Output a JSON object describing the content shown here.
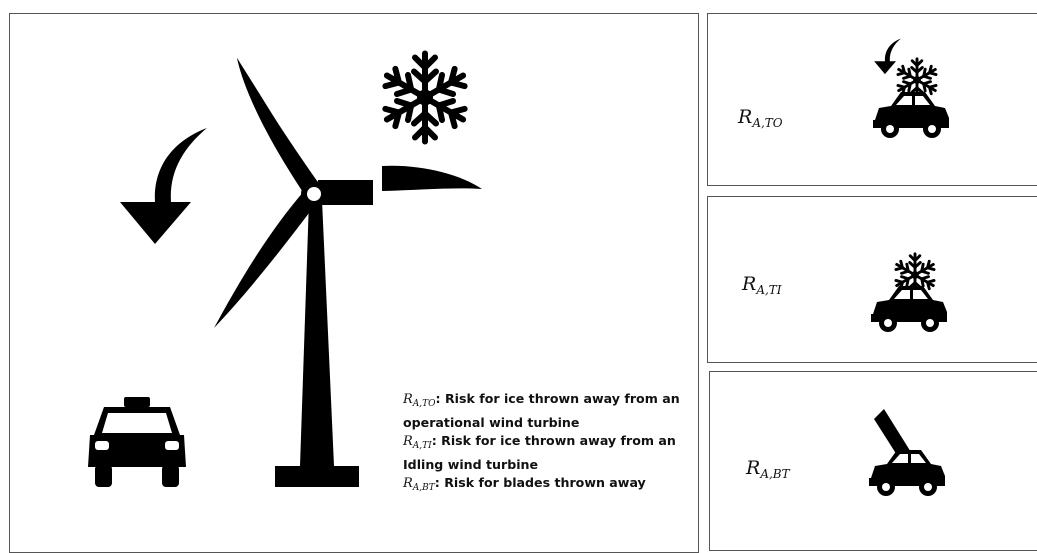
{
  "legend": [
    {
      "base": "R",
      "sub": "A,TO",
      "sep": ":",
      "text": " Risk for ice thrown away from an operational wind turbine"
    },
    {
      "base": "R",
      "sub": "A,TI",
      "sep": ":",
      "text": " Risk for ice thrown away from an Idling wind turbine"
    },
    {
      "base": "R",
      "sub": "A,BT",
      "sep": ":",
      "text": " Risk for blades thrown away"
    }
  ],
  "panels": [
    {
      "base": "R",
      "sub": "A,TO"
    },
    {
      "base": "R",
      "sub": "A,TI"
    },
    {
      "base": "R",
      "sub": "A,BT"
    }
  ],
  "icons": [
    "wind-turbine-icon",
    "snowflake-icon",
    "curved-arrow-icon",
    "taxi-icon",
    "car-icon",
    "broken-blade-icon"
  ]
}
